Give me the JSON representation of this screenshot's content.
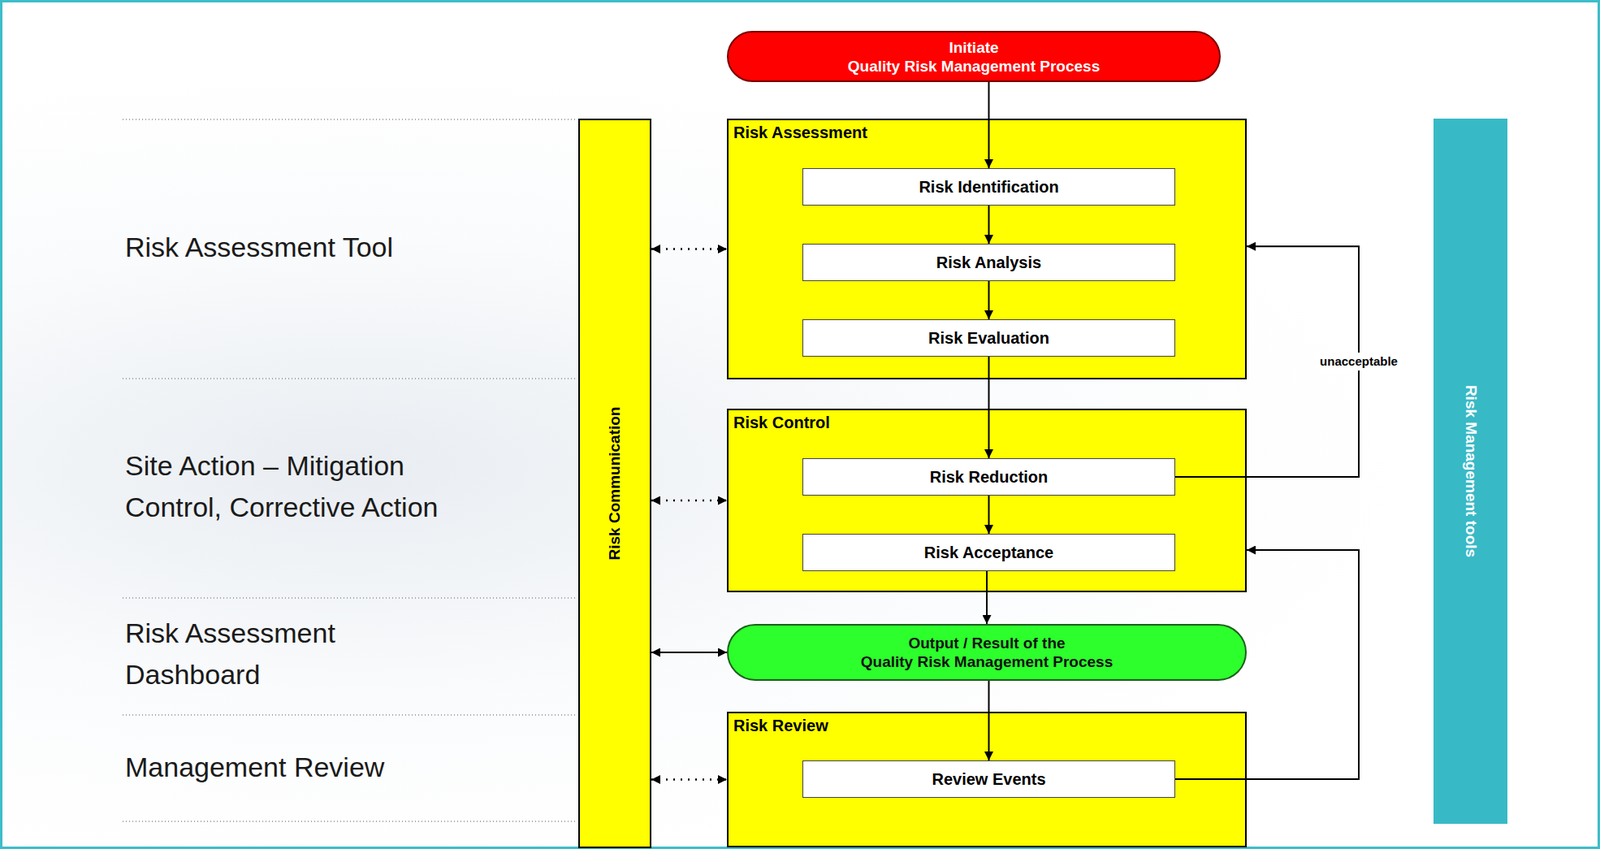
{
  "diagram": {
    "nodes": [
      {
        "text": [
          "Initiate",
          "Quality Risk Management Process"
        ]
      },
      {
        "text": [
          "Risk Communication"
        ]
      },
      {
        "text": [
          "Risk Assessment"
        ]
      },
      {
        "text": [
          "Risk Identification"
        ],
        "in": 2
      },
      {
        "text": [
          "Risk Analysis"
        ],
        "in": 2
      },
      {
        "text": [
          "Risk Evaluation"
        ],
        "in": 2
      },
      {
        "text": [
          "Risk Control"
        ]
      },
      {
        "text": [
          "Risk Reduction"
        ],
        "in": 6
      },
      {
        "text": [
          "Risk Acceptance"
        ],
        "in": 6
      },
      {
        "text": [
          "Output / Result of the",
          "Quality Risk Management Process"
        ]
      },
      {
        "text": [
          "Risk Review"
        ]
      },
      {
        "text": [
          "Review Events"
        ],
        "in": 10
      },
      {
        "text": [
          "Risk Management tools"
        ]
      }
    ],
    "edges": [
      {
        "from": 0,
        "to": 3,
        "arrow": "to"
      },
      {
        "from": 3,
        "to": 4,
        "arrow": "to"
      },
      {
        "from": 4,
        "to": 5,
        "arrow": "to"
      },
      {
        "from": 5,
        "to": 7,
        "arrow": "to"
      },
      {
        "from": 7,
        "to": 8,
        "arrow": "to"
      },
      {
        "from": 8,
        "to": 9,
        "arrow": "to"
      },
      {
        "from": 9,
        "to": 11,
        "arrow": "to"
      },
      {
        "from": 7,
        "to": 2,
        "label": "unacceptable",
        "arrow": "to"
      },
      {
        "from": 11,
        "to": 6,
        "arrow": "to"
      },
      {
        "from": 1,
        "to": 2,
        "arrow": "both"
      },
      {
        "from": 1,
        "to": 6,
        "arrow": "both"
      },
      {
        "from": 1,
        "to": 9,
        "arrow": "both"
      },
      {
        "from": 1,
        "to": 10,
        "arrow": "both"
      }
    ],
    "labels": [
      "Risk Assessment Tool",
      "Site Action – Mitigation Control, Corrective Action",
      "Risk Assessment Dashboard",
      "Management Review"
    ]
  }
}
